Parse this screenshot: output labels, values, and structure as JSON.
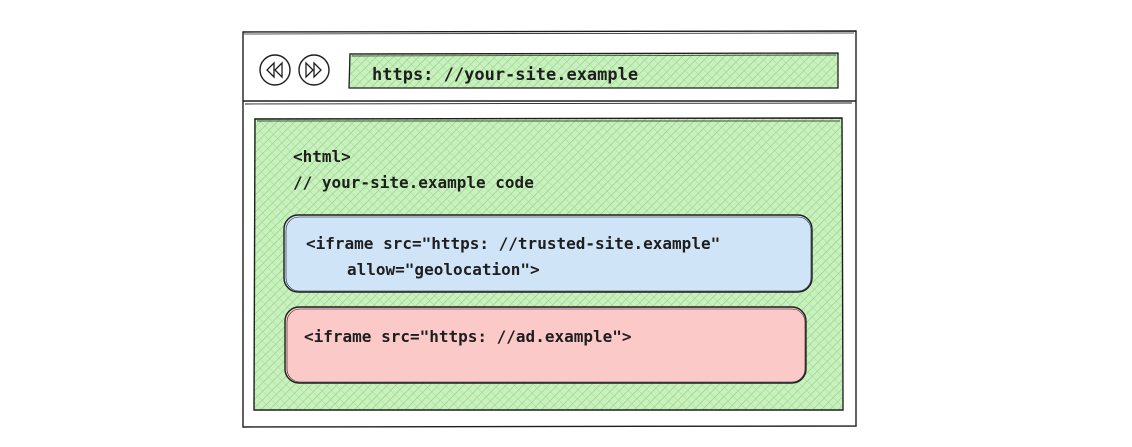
{
  "colors": {
    "stroke": "#1e1e1e",
    "green_fill": "#b2f2bb",
    "green_hatch": "#8fd17a",
    "blue_fill": "#d0e4f7",
    "red_fill": "#fcc9c9"
  },
  "browser": {
    "back_icon": "rewind-icon",
    "forward_icon": "fast-forward-icon",
    "url": "https: //your-site.example"
  },
  "page": {
    "code_line_1": "<html>",
    "code_line_2": "// your-site.example code"
  },
  "iframes": [
    {
      "line_1": "<iframe src=\"https: //trusted-site.example\"",
      "line_2": "allow=\"geolocation\">"
    },
    {
      "line_1": "<iframe src=\"https: //ad.example\">"
    }
  ]
}
